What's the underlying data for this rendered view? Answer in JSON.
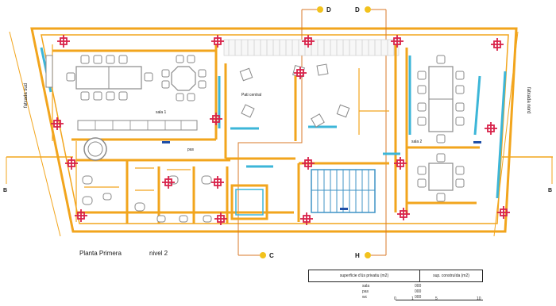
{
  "section_markers": {
    "top_left": "D",
    "top_right": "D",
    "bottom_left": "C",
    "bottom_right": "H",
    "side_left": "B",
    "side_right": "B"
  },
  "floor_title": {
    "name": "Planta Primera",
    "level": "nivel 2"
  },
  "room_labels": {
    "meeting_room_a": "sala 1",
    "meeting_room_b": "sala 2",
    "lounge": "Pati central",
    "corridor": "pas",
    "facade_left": "fatxada sud",
    "facade_right": "fatxada nord"
  },
  "legend": {
    "col1_header": "superfície d'ús privatiu (m2)",
    "col2_header": "sup. construïda (m2)",
    "rows": [
      {
        "label": "sala",
        "value": "000"
      },
      {
        "label": "pas",
        "value": "000"
      },
      {
        "label": "wc",
        "value": "000"
      }
    ],
    "scale_ticks": [
      "0",
      "1",
      "5",
      "10"
    ]
  },
  "colors": {
    "wall": "#f2a51d",
    "column": "#d8234a",
    "glass": "#3cb6d8",
    "furniture": "#8a8a8a",
    "stair": "#3f93c6"
  }
}
